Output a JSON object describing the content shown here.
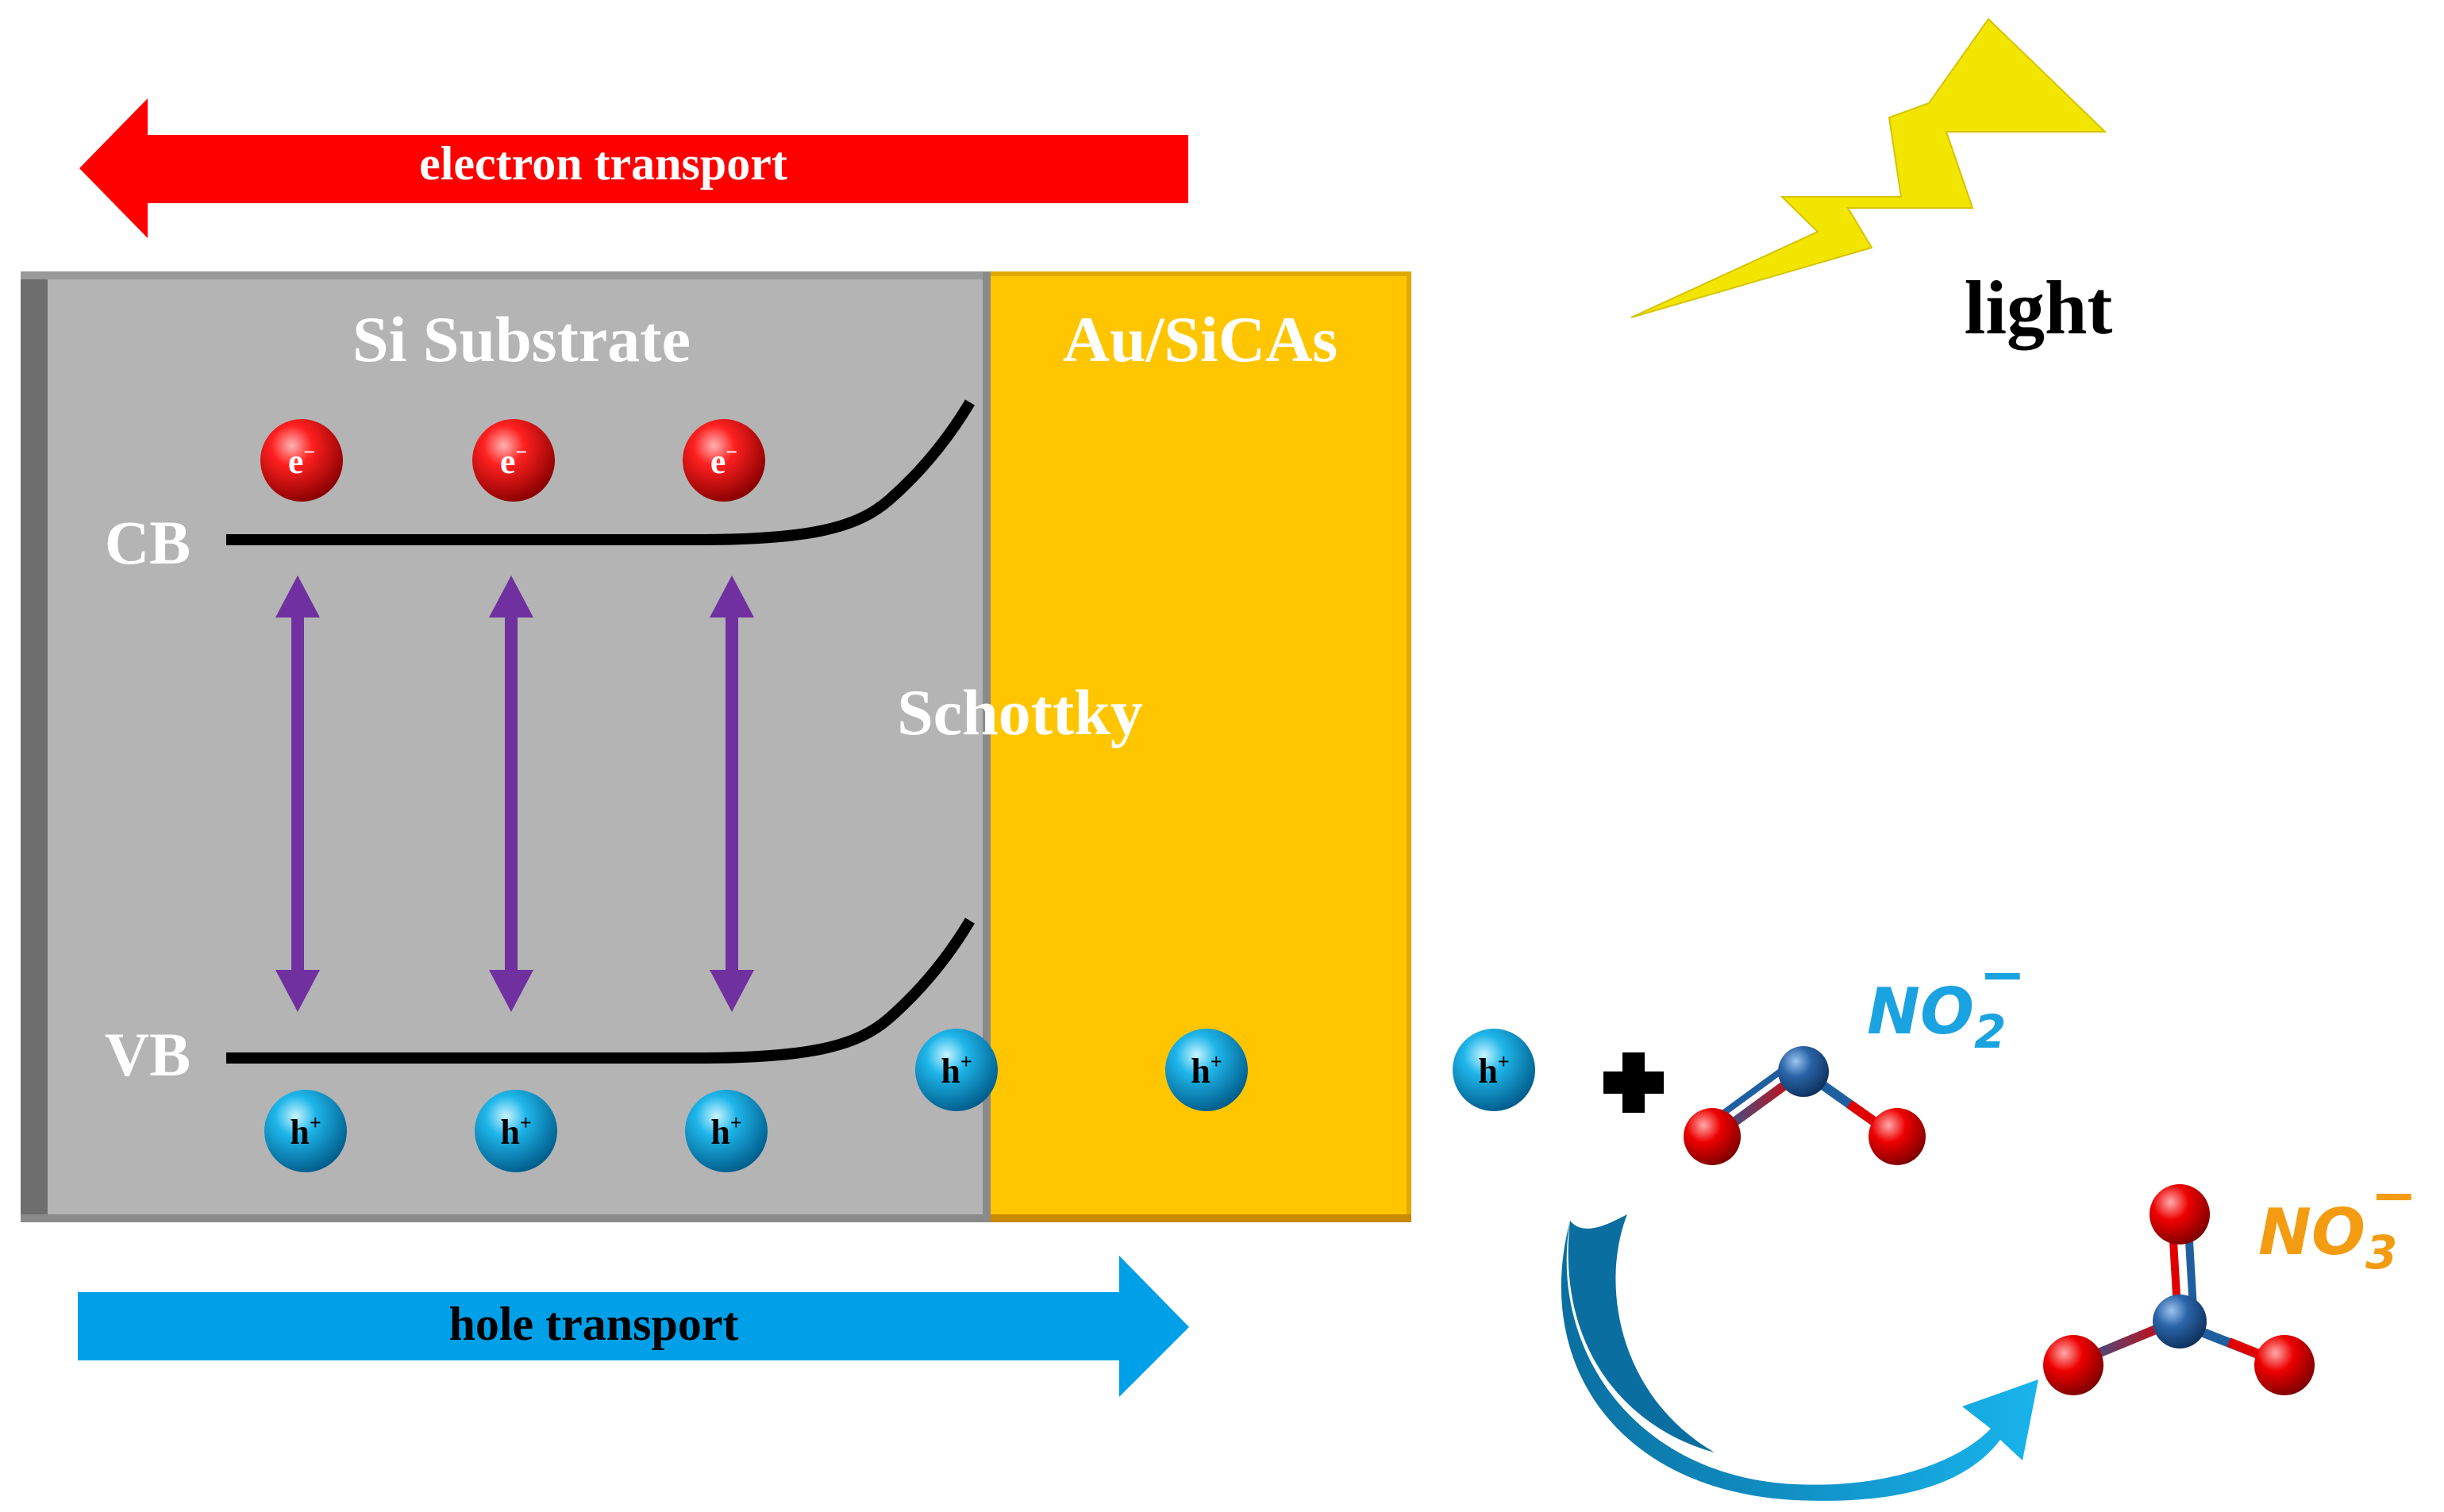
{
  "labels": {
    "electron_transport": "electron transport",
    "hole_transport": "hole transport",
    "si_substrate": "Si Substrate",
    "au_sicas": "Au/SiCAs",
    "schottky": "Schottky",
    "cb": "CB",
    "vb": "VB",
    "light": "light",
    "plus": "+"
  },
  "particles": {
    "electron_symbol": "e",
    "electron_charge": "−",
    "hole_symbol": "h",
    "hole_charge": "+"
  },
  "formulas": {
    "nitrite": {
      "base": "NO",
      "sub": "2",
      "sup": "−"
    },
    "nitrate": {
      "base": "NO",
      "sub": "3",
      "sup": "−"
    }
  },
  "colors": {
    "electron_arrow": "#ff0000",
    "hole_arrow": "#00a0e9",
    "si_substrate": "#b4b4b4",
    "au_layer": "#ffc600",
    "light_bolt": "#f2e500",
    "excitation_arrows": "#7030a0",
    "nitrite_label": "#1aa3e0",
    "nitrate_label": "#f39c12",
    "oxygen_atom": "#e00000",
    "nitrogen_atom": "#1f5fa0"
  }
}
